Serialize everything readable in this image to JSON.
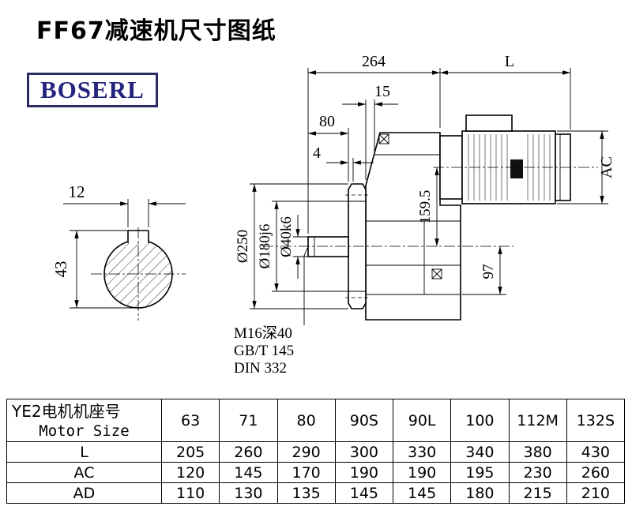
{
  "title": "FF67减速机尺寸图纸",
  "logo": "BOSERL",
  "drawing": {
    "dim_264": "264",
    "dim_L": "L",
    "dim_15": "15",
    "dim_80": "80",
    "dim_4": "4",
    "dim_AC": "AC",
    "dim_159_5": "159.5",
    "dim_97": "97",
    "dia_flange": "Ø250",
    "dia_spigot": "Ø180j6",
    "dia_shaft": "Ø40k6",
    "key_width": "12",
    "shaft_height": "43",
    "note_1": "M16深40",
    "note_2": "GB/T 145",
    "note_3": "DIN 332"
  },
  "table": {
    "header_cn": "YE2电机机座号",
    "header_en": "Motor Size",
    "columns": [
      "63",
      "71",
      "80",
      "90S",
      "90L",
      "100",
      "112M",
      "132S"
    ],
    "rows": [
      {
        "label": "L",
        "values": [
          "205",
          "260",
          "290",
          "300",
          "330",
          "340",
          "380",
          "430"
        ]
      },
      {
        "label": "AC",
        "values": [
          "120",
          "145",
          "170",
          "190",
          "190",
          "195",
          "230",
          "260"
        ]
      },
      {
        "label": "AD",
        "values": [
          "110",
          "130",
          "135",
          "145",
          "145",
          "180",
          "215",
          "210"
        ]
      }
    ]
  }
}
